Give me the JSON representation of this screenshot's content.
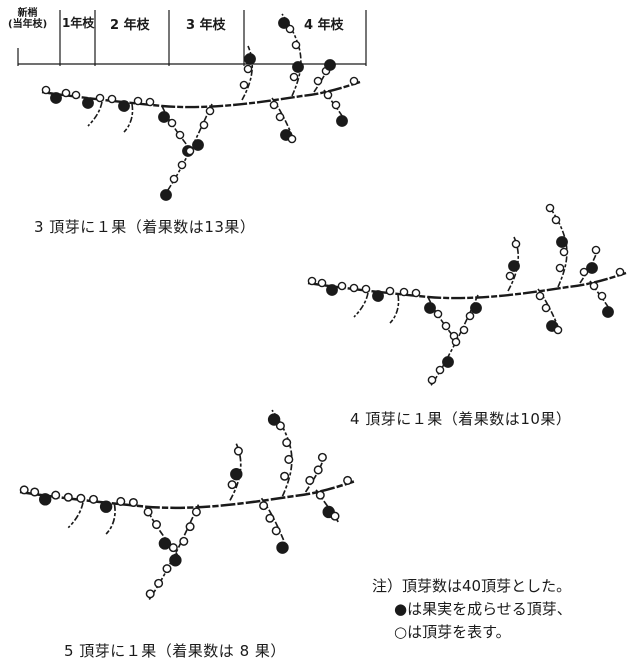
{
  "header": {
    "new_shoot_line1": "新梢",
    "new_shoot_line2": "(当年枝)",
    "year1": "1年枝",
    "year2": "2 年枝",
    "year3": "3 年枝",
    "year4": "4 年枝"
  },
  "branches": [
    {
      "caption": "3 頂芽に１果（着果数は13果）",
      "fruit_count": 13
    },
    {
      "caption": "4 頂芽に１果（着果数は10果）",
      "fruit_count": 10
    },
    {
      "caption": "5 頂芽に１果（着果数は 8 果）",
      "fruit_count": 8
    }
  ],
  "note": {
    "line1": "注）頂芽数は40頂芽とした。",
    "line2": "●は果実を成らせる頂芽、",
    "line3": "○は頂芽を表す。"
  },
  "total_buds": 40,
  "colors": {
    "ink": "#1a1a1a",
    "paper": "#ffffff"
  }
}
